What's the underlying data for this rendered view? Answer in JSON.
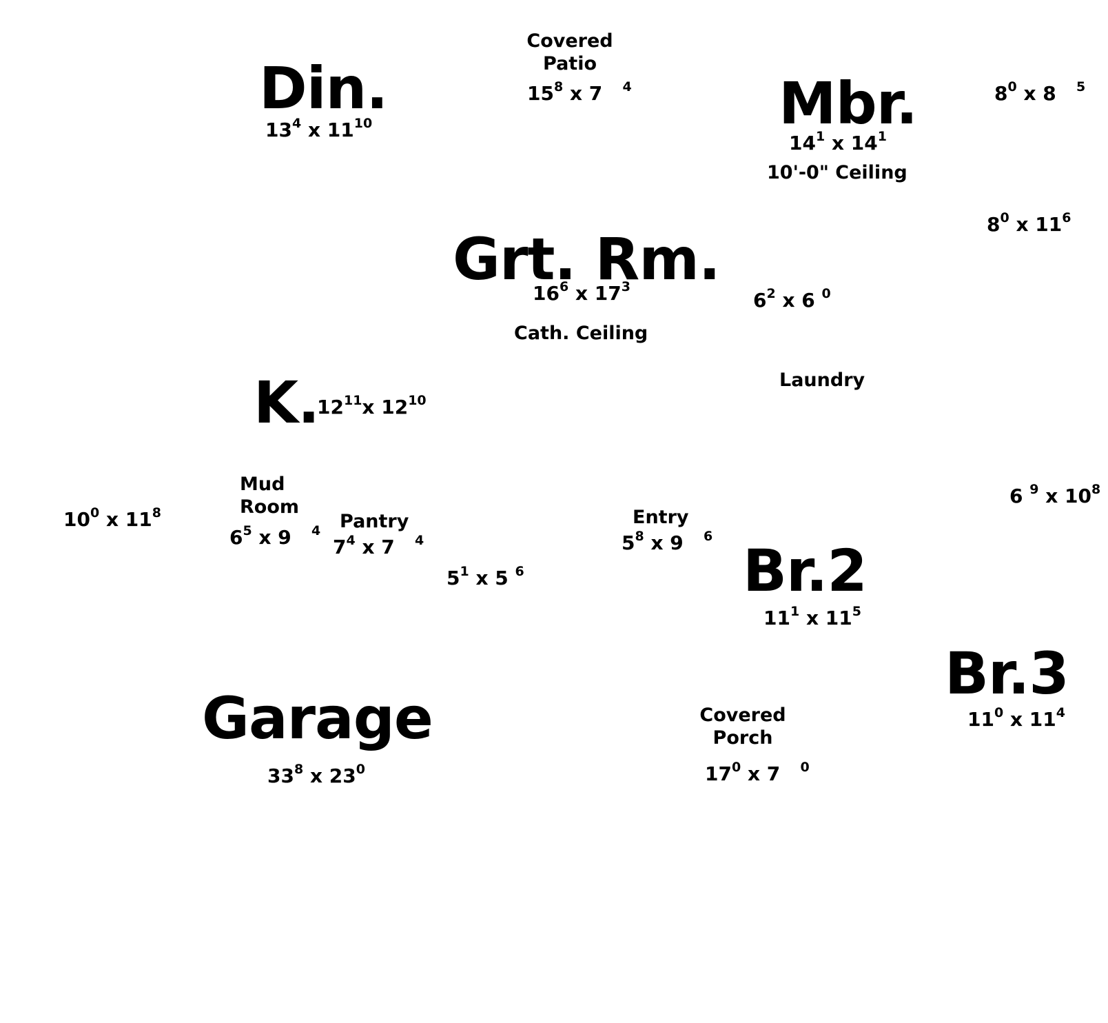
{
  "rooms": {
    "dining": {
      "name": "Din.",
      "w": "13",
      "w_in": "4",
      "x": "x",
      "d": "11",
      "d_in": "10"
    },
    "covered_patio": {
      "line1": "Covered",
      "line2": "Patio",
      "w": "15",
      "w_in": "8",
      "d": "7",
      "d_in": "4"
    },
    "master_bedroom": {
      "name": "Mbr.",
      "w": "14",
      "w_in": "1",
      "d": "14",
      "d_in": "1",
      "ceiling": "10'-0\" Ceiling"
    },
    "closet_8x8": {
      "w": "8",
      "w_in": "0",
      "d": "8",
      "d_in": "5"
    },
    "bath_8x11": {
      "w": "8",
      "w_in": "0",
      "d": "11",
      "d_in": "6"
    },
    "great_room": {
      "name": "Grt. Rm.",
      "w": "16",
      "w_in": "6",
      "d": "17",
      "d_in": "3",
      "ceiling": "Cath. Ceiling"
    },
    "closet_6x6": {
      "w": "6",
      "w_in": "2",
      "d": "6",
      "d_in": "0"
    },
    "laundry": {
      "name": "Laundry"
    },
    "kitchen": {
      "name": "K.",
      "w": "12",
      "w_in": "11",
      "d": "12",
      "d_in": "10"
    },
    "mud_room": {
      "line1": "Mud",
      "line2": "Room",
      "w": "6",
      "w_in": "5",
      "d": "9",
      "d_in": "4"
    },
    "room_10x11": {
      "w": "10",
      "w_in": "0",
      "d": "11",
      "d_in": "8"
    },
    "pantry": {
      "name": "Pantry",
      "w": "7",
      "w_in": "4",
      "d": "7",
      "d_in": "4"
    },
    "bath_5x5": {
      "w": "5",
      "w_in": "1",
      "d": "5",
      "d_in": "6"
    },
    "entry": {
      "name": "Entry",
      "w": "5",
      "w_in": "8",
      "d": "9",
      "d_in": "6"
    },
    "bath_6x10": {
      "w": "6",
      "w_in": "9",
      "d": "10",
      "d_in": "8"
    },
    "bedroom_2": {
      "name": "Br.2",
      "w": "11",
      "w_in": "1",
      "d": "11",
      "d_in": "5"
    },
    "bedroom_3": {
      "name": "Br.3",
      "w": "11",
      "w_in": "0",
      "d": "11",
      "d_in": "4"
    },
    "garage": {
      "name": "Garage",
      "w": "33",
      "w_in": "8",
      "d": "23",
      "d_in": "0"
    },
    "covered_porch": {
      "line1": "Covered",
      "line2": "Porch",
      "w": "17",
      "w_in": "0",
      "d": "7",
      "d_in": "0"
    }
  },
  "sep": "x"
}
